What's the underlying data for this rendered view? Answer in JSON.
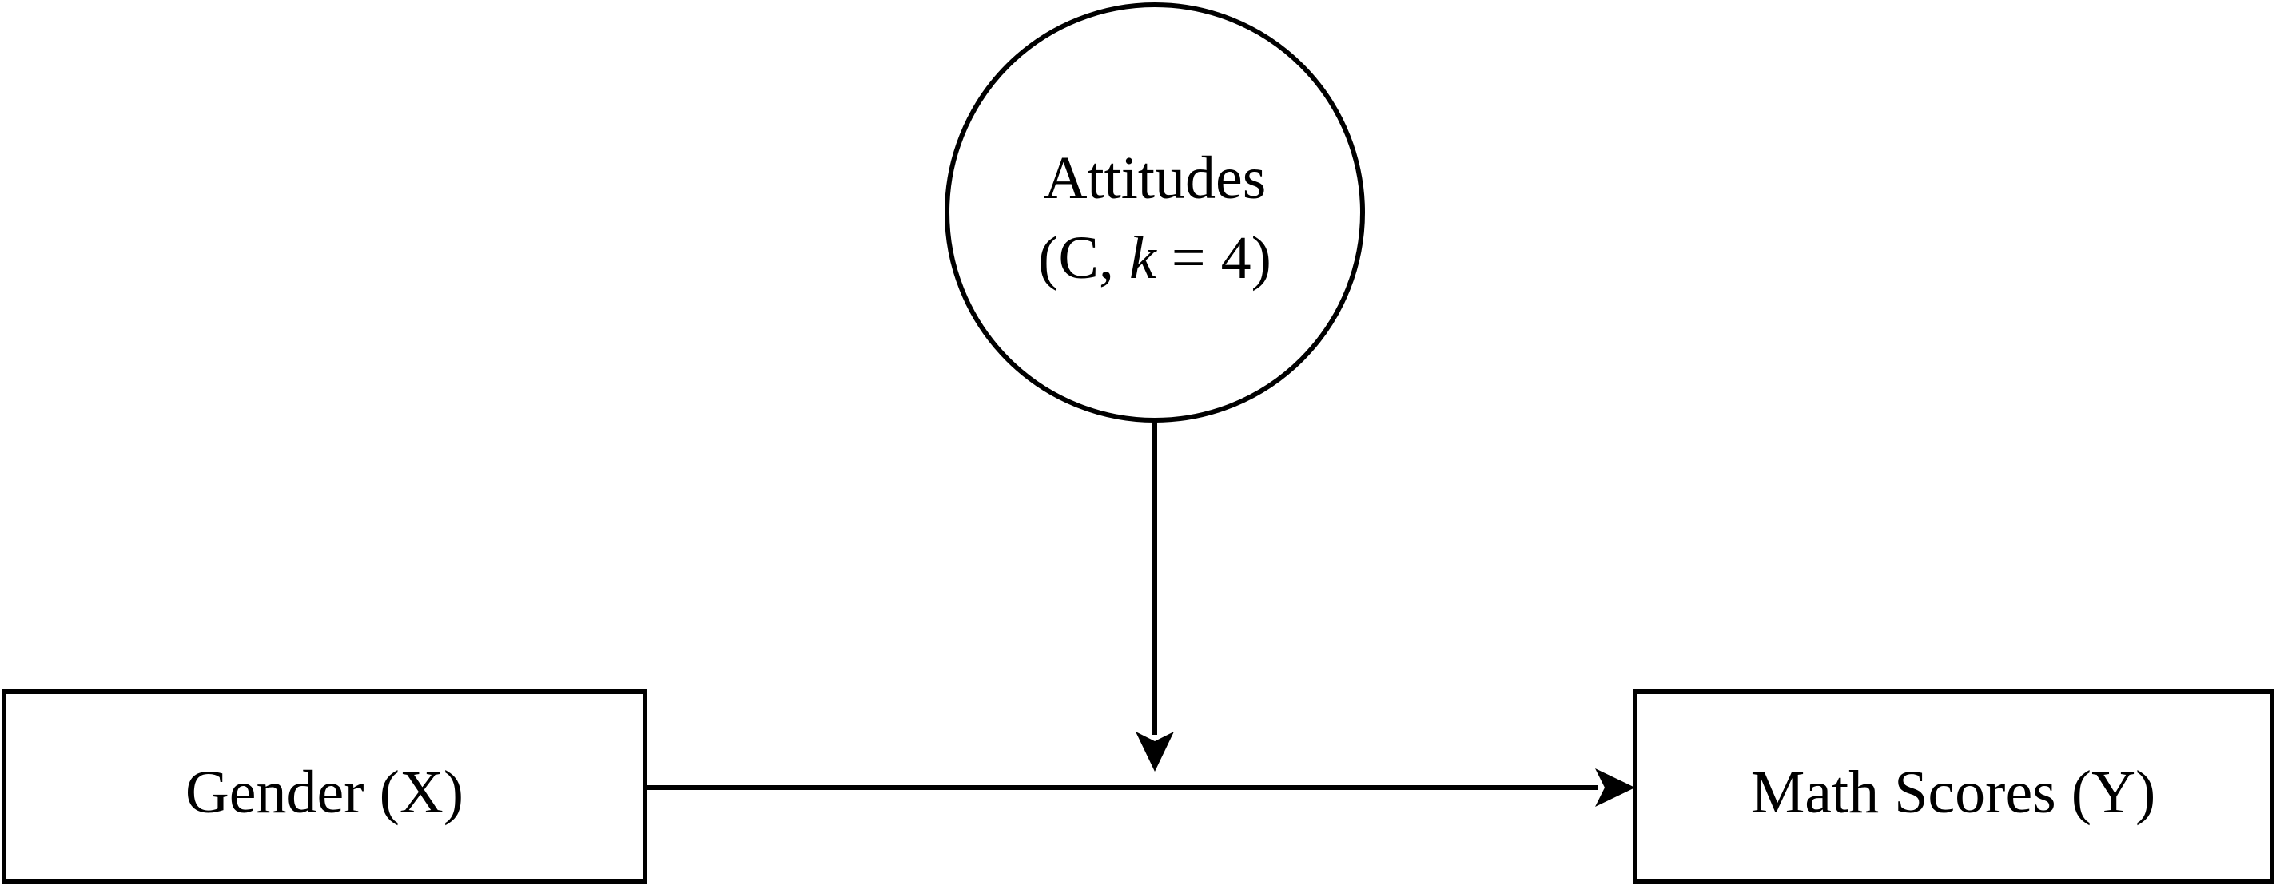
{
  "diagram": {
    "moderator": {
      "line1": "Attitudes",
      "line2_prefix": "(C, ",
      "line2_var": "k",
      "line2_suffix": " = 4)"
    },
    "predictor": {
      "label": "Gender (X)"
    },
    "outcome": {
      "label": "Math Scores (Y)"
    }
  },
  "colors": {
    "stroke": "#000000",
    "background": "#ffffff"
  }
}
